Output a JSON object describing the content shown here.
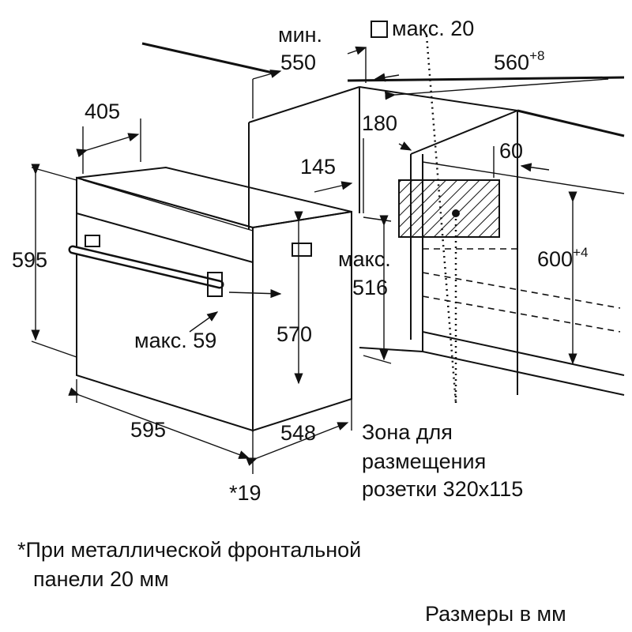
{
  "dimensions": {
    "min_label": "мин.",
    "min_depth": "550",
    "max_gap_label": "макс. 20",
    "niche_width": "560",
    "niche_width_tol": "+8",
    "depth_405": "405",
    "dim_180": "180",
    "dim_60": "60",
    "dim_145": "145",
    "height_595": "595",
    "max_label_516": "макс.",
    "dim_516": "516",
    "niche_height": "600",
    "niche_height_tol": "+4",
    "max_59": "макс. 59",
    "dim_570": "570",
    "width_595": "595",
    "depth_548": "548",
    "star_19": "*19"
  },
  "socket_zone": {
    "line1": "Зона для",
    "line2": "размещения",
    "line3": "розетки 320x115"
  },
  "footnote": {
    "line1": "*При металлической фронтальной",
    "line2": "панели 20 мм"
  },
  "units_note": "Размеры в мм"
}
